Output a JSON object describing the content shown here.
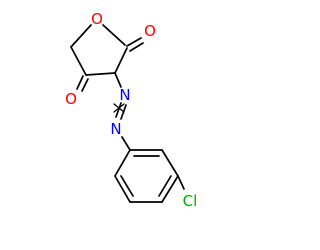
{
  "molecule": {
    "atoms": {
      "O_ring": {
        "label": "O",
        "color": "#ff0000"
      },
      "O_top": {
        "label": "O",
        "color": "#ff0000"
      },
      "O_left": {
        "label": "O",
        "color": "#ff0000"
      },
      "N1": {
        "label": "N",
        "color": "#0000ff"
      },
      "N2": {
        "label": "N",
        "color": "#0000ff"
      },
      "Cl": {
        "label": "Cl",
        "color": "#00aa00"
      }
    },
    "bond_color": "#000000",
    "background": "#ffffff"
  }
}
